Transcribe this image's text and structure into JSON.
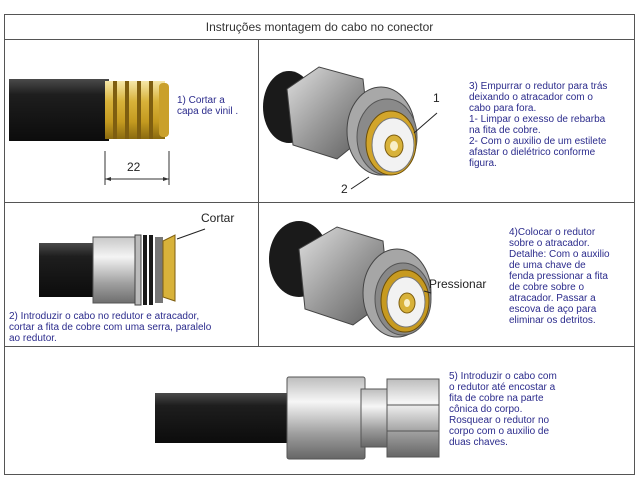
{
  "title": "Instruções montagem do cabo no conector",
  "step1": {
    "text_lines": [
      "1) Cortar a",
      "capa de vinil ."
    ],
    "dimension": "22"
  },
  "step2": {
    "cut_label": "Cortar",
    "text_lines": [
      "2) Introduzir o cabo no redutor e atracador,",
      "cortar a fita de cobre com uma serra, paralelo",
      "ao redutor."
    ]
  },
  "step3": {
    "callout_1": "1",
    "callout_2": "2",
    "text_lines": [
      "3) Empurrar o redutor para trás",
      "deixando o atracador com o",
      "cabo para fora.",
      "1- Limpar o exesso de rebarba",
      "na fita de cobre.",
      "2- Com o auxilio de um estilete",
      "afastar o dielétrico conforme",
      "figura."
    ]
  },
  "step4": {
    "press_label": "Pressionar",
    "text_lines": [
      "4)Colocar o redutor",
      "sobre o atracador.",
      "Detalhe: Com o auxilio",
      "de uma chave de",
      "fenda pressionar a fita",
      "de cobre sobre o",
      "atracador. Passar a",
      "escova de aço para",
      "eliminar os detritos."
    ]
  },
  "step5": {
    "text_lines": [
      "5) Introduzir o cabo com",
      "o redutor até encostar a",
      "fita de cobre na parte",
      "cônica do corpo.",
      "Rosquear o redutor no",
      "corpo com o auxilio de",
      "duas chaves."
    ]
  },
  "colors": {
    "text": "#2b2b8c",
    "brass": "#d8b23a",
    "cable": "#1c1c1c",
    "steel": "#9a9a9a"
  }
}
